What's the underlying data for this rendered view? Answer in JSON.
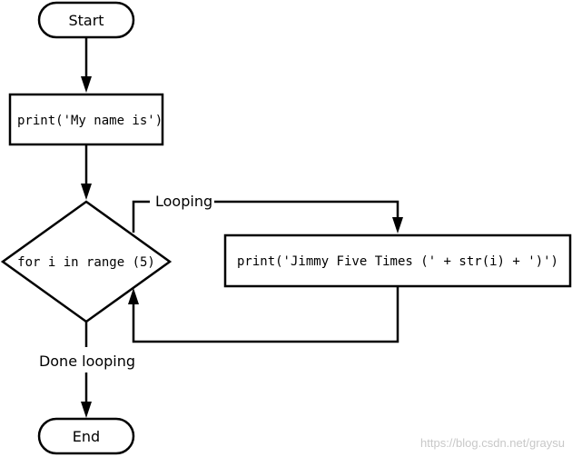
{
  "flowchart": {
    "start_label": "Start",
    "print_name_code": "print('My name is')",
    "loop_condition_code": "for i in range (5)",
    "looping_label": "Looping",
    "print_jimmy_code": "print('Jimmy Five Times (' + str(i) + ')')",
    "done_looping_label": "Done looping",
    "end_label": "End"
  },
  "watermark": "https://blog.csdn.net/graysu",
  "colors": {
    "stroke": "#000000",
    "fill": "#ffffff",
    "watermark": "#c8c8c8"
  }
}
